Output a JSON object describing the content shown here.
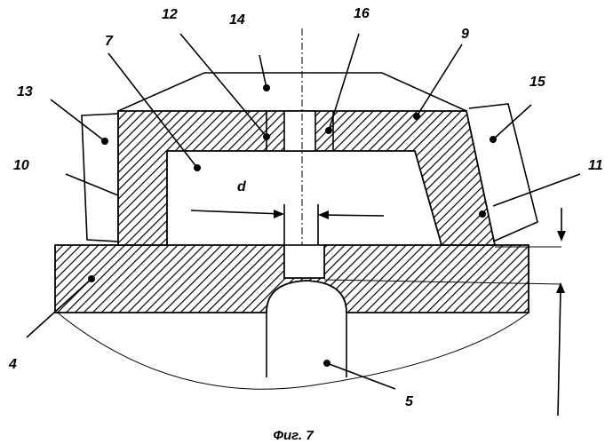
{
  "figure": {
    "caption": "Фиг. 7",
    "labels": {
      "l4": "4",
      "l5": "5",
      "l7": "7",
      "l9": "9",
      "l10": "10",
      "l11": "11",
      "l12": "12",
      "l13": "13",
      "l14": "14",
      "l15": "15",
      "l16": "16",
      "ld": "d"
    }
  }
}
